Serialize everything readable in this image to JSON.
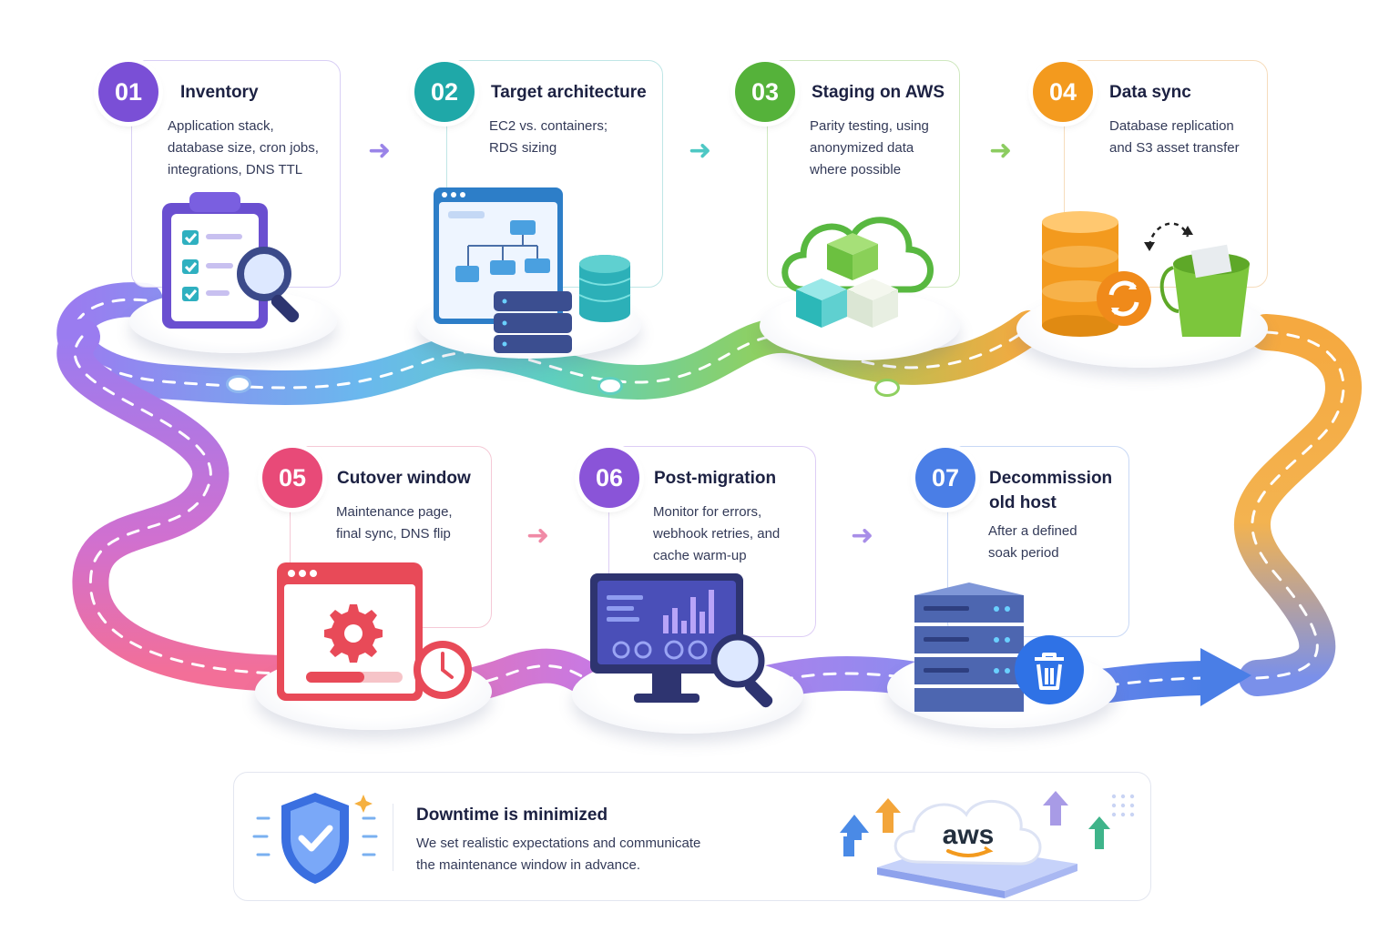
{
  "colors": {
    "step1": "#7a4fd6",
    "step2": "#1fa8a8",
    "step3": "#55b23a",
    "step4": "#f39a1e",
    "step5": "#e84a78",
    "step6": "#8a54d8",
    "step7": "#4a7ee6"
  },
  "steps": [
    {
      "number": "01",
      "title": "Inventory",
      "title2": "",
      "desc": [
        "Application stack,",
        "database size, cron jobs,",
        "integrations, DNS TTL"
      ],
      "icon": "clipboard-checklist-icon"
    },
    {
      "number": "02",
      "title": "Target architecture",
      "title2": "",
      "desc": [
        "EC2 vs. containers;",
        "RDS sizing"
      ],
      "icon": "architecture-diagram-icon"
    },
    {
      "number": "03",
      "title": "Staging on AWS",
      "title2": "",
      "desc": [
        "Parity testing, using",
        "anonymized data",
        "where possible"
      ],
      "icon": "cloud-cubes-icon"
    },
    {
      "number": "04",
      "title": "Data sync",
      "title2": "",
      "desc": [
        "Database replication",
        "and S3 asset transfer"
      ],
      "icon": "database-sync-icon"
    },
    {
      "number": "05",
      "title": "Cutover window",
      "title2": "",
      "desc": [
        "Maintenance page,",
        "final sync, DNS flip"
      ],
      "icon": "maintenance-clock-icon"
    },
    {
      "number": "06",
      "title": "Post-migration",
      "title2": "",
      "desc": [
        "Monitor for errors,",
        "webhook retries, and",
        "cache warm-up"
      ],
      "icon": "monitor-dashboard-icon"
    },
    {
      "number": "07",
      "title": "Decommission",
      "title2": "old host",
      "desc": [
        "After a defined",
        "soak period"
      ],
      "icon": "server-delete-icon"
    }
  ],
  "footer": {
    "title": "Downtime is minimized",
    "desc": [
      "We set realistic expectations and communicate",
      "the maintenance window in advance."
    ],
    "logo": "aws"
  }
}
